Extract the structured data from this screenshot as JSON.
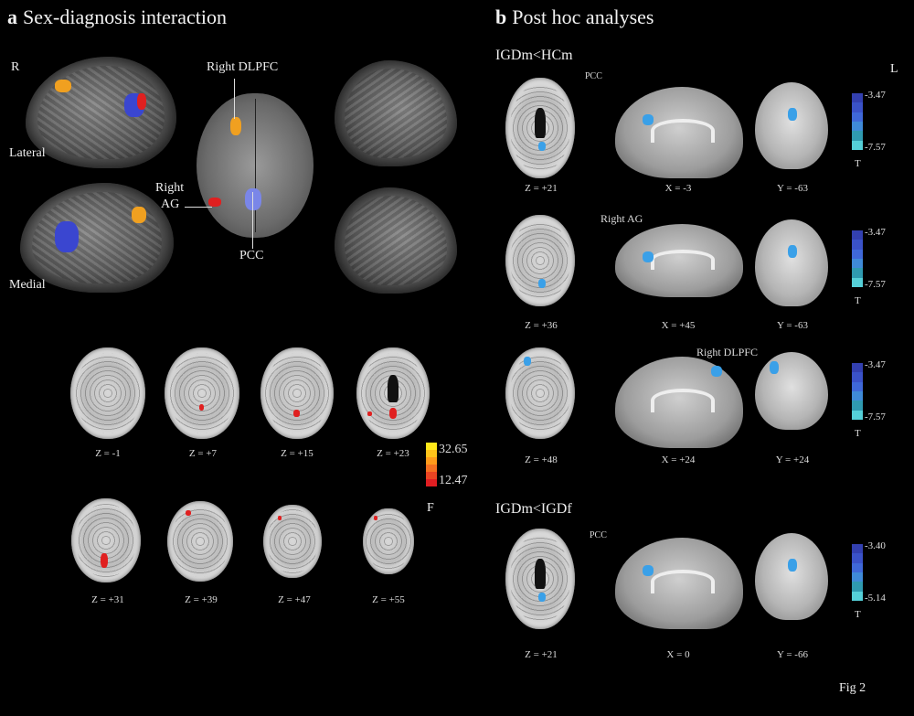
{
  "panel_a": {
    "letter": "a",
    "title": "Sex-diagnosis interaction",
    "hemisphere_label": "R",
    "view_labels": [
      "Lateral",
      "Medial"
    ],
    "annotations": {
      "dlpfc": "Right DLPFC",
      "ag_line1": "Right",
      "ag_line2": "AG",
      "pcc": "PCC"
    },
    "axial_slices": [
      "Z = -1",
      "Z = +7",
      "Z = +15",
      "Z = +23",
      "Z = +31",
      "Z = +39",
      "Z = +47",
      "Z = +55"
    ],
    "colorbar": {
      "max": "32.65",
      "min": "12.47",
      "stat": "F",
      "colors": [
        "#ffe81a",
        "#ffc21a",
        "#ff9a1a",
        "#f57020",
        "#ea4422",
        "#e01e22"
      ]
    }
  },
  "panel_b": {
    "letter": "b",
    "title": "Post hoc analyses",
    "hemisphere_label": "L",
    "groups": [
      {
        "label": "IGDm<HCm"
      },
      {
        "label": "IGDm<IGDf"
      }
    ],
    "rows": [
      {
        "annotation": "PCC",
        "slices": [
          "Z = +21",
          "X = -3",
          "Y = -63"
        ],
        "colorbar": {
          "max": "-3.47",
          "min": "-7.57",
          "stat": "T"
        }
      },
      {
        "annotation": "Right AG",
        "slices": [
          "Z = +36",
          "X = +45",
          "Y = -63"
        ],
        "colorbar": {
          "max": "-3.47",
          "min": "-7.57",
          "stat": "T"
        }
      },
      {
        "annotation": "Right DLPFC",
        "slices": [
          "Z = +48",
          "X = +24",
          "Y = +24"
        ],
        "colorbar": {
          "max": "-3.47",
          "min": "-7.57",
          "stat": "T"
        }
      },
      {
        "annotation": "PCC",
        "slices": [
          "Z = +21",
          "X = 0",
          "Y = -66"
        ],
        "colorbar": {
          "max": "-3.40",
          "min": "-5.14",
          "stat": "T"
        }
      }
    ],
    "colorbar_colors": [
      "#3340b0",
      "#3a52c8",
      "#3f68d8",
      "#3f8ad8",
      "#2f9ab0",
      "#55d0d8"
    ]
  },
  "figure_label": "Fig 2"
}
